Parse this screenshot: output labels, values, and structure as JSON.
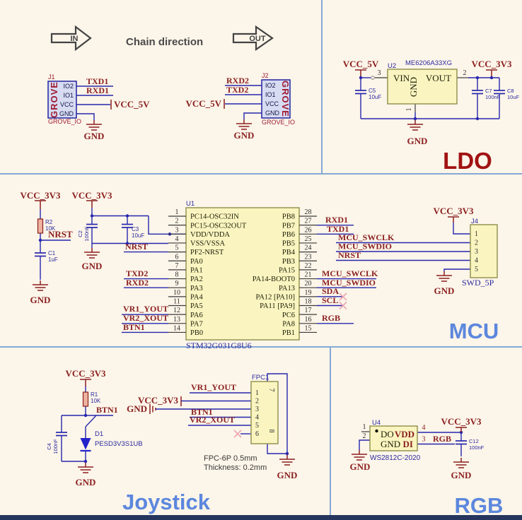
{
  "colors": {
    "background": "#fcf5e9",
    "wire": "#2626ae",
    "net_label": "#8b2121",
    "chip_fill": "#faf5c0",
    "chip_border": "#8e8e4a",
    "connector_fill": "#d7dcf2",
    "connector_border": "#2323a0",
    "title_red": "#a11212",
    "title_blue": "#5c87dd",
    "divider": "#85a9d6",
    "footer_bar": "#25355e"
  },
  "nets": {
    "gnd": "GND",
    "vcc5": "VCC_5V",
    "vcc3": "VCC_3V3",
    "txd1": "TXD1",
    "rxd1": "RXD1",
    "txd2": "TXD2",
    "rxd2": "RXD2",
    "nrst": "NRST",
    "swclk": "MCU_SWCLK",
    "swdio": "MCU_SWDIO",
    "sda": "SDA",
    "scl": "SCL",
    "rgb": "RGB",
    "btn1": "BTN1",
    "vr1": "VR1_YOUT",
    "vr2": "VR2_XOUT",
    "grove_io": "GROVE_IO"
  },
  "chain": {
    "title": "Chain direction",
    "in": "IN",
    "out": "OUT",
    "j1": {
      "ref": "J1",
      "name": "GROVE",
      "pins": [
        "IO2",
        "IO1",
        "VCC",
        "GND"
      ]
    },
    "j2": {
      "ref": "J2",
      "name": "GROVE",
      "pins": [
        "IO2",
        "IO1",
        "VCC",
        "GND"
      ]
    }
  },
  "ldo": {
    "title": "LDO",
    "u2": {
      "ref": "U2",
      "part": "ME6206A33XG",
      "vin": "VIN",
      "vout": "VOUT",
      "gnd": "GND",
      "n_vin": "3",
      "n_vout": "2",
      "n_gnd": "1"
    },
    "c5": {
      "ref": "C5",
      "val": "10uF"
    },
    "c7": {
      "ref": "C7",
      "val": "100nF"
    },
    "c8": {
      "ref": "C8",
      "val": "10uF"
    }
  },
  "mcu": {
    "title": "MCU",
    "r2": {
      "ref": "R2",
      "val": "10K"
    },
    "c1": {
      "ref": "C1",
      "val": "1uF"
    },
    "c2": {
      "ref": "C2",
      "val": "100nF"
    },
    "c3": {
      "ref": "C3",
      "val": "10uF"
    },
    "u1": {
      "ref": "U1",
      "part": "STM32G031G8U6",
      "left": [
        {
          "n": "1",
          "name": "PC14-OSC32IN"
        },
        {
          "n": "2",
          "name": "PC15-OSC32OUT"
        },
        {
          "n": "3",
          "name": "VDD/VDDA"
        },
        {
          "n": "4",
          "name": "VSS/VSSA"
        },
        {
          "n": "5",
          "name": "PF2-NRST"
        },
        {
          "n": "6",
          "name": "PA0"
        },
        {
          "n": "7",
          "name": "PA1"
        },
        {
          "n": "8",
          "name": "PA2"
        },
        {
          "n": "9",
          "name": "PA3"
        },
        {
          "n": "10",
          "name": "PA4"
        },
        {
          "n": "11",
          "name": "PA5"
        },
        {
          "n": "12",
          "name": "PA6"
        },
        {
          "n": "13",
          "name": "PA7"
        },
        {
          "n": "14",
          "name": "PB0"
        }
      ],
      "right": [
        {
          "n": "28",
          "name": "PB8"
        },
        {
          "n": "27",
          "name": "PB7"
        },
        {
          "n": "26",
          "name": "PB6"
        },
        {
          "n": "25",
          "name": "PB5"
        },
        {
          "n": "24",
          "name": "PB4"
        },
        {
          "n": "23",
          "name": "PB3"
        },
        {
          "n": "22",
          "name": "PA15"
        },
        {
          "n": "21",
          "name": "PA14-BOOT0"
        },
        {
          "n": "20",
          "name": "PA13"
        },
        {
          "n": "19",
          "name": "PA12 [PA10]"
        },
        {
          "n": "18",
          "name": "PA11 [PA9]"
        },
        {
          "n": "17",
          "name": "PC6"
        },
        {
          "n": "16",
          "name": "PA8"
        },
        {
          "n": "15",
          "name": "PB1"
        }
      ]
    },
    "j4": {
      "ref": "J4",
      "part": "SWD_5P",
      "nums": [
        "1",
        "2",
        "3",
        "4",
        "5"
      ]
    }
  },
  "joystick": {
    "title": "Joystick",
    "r1": {
      "ref": "R1",
      "val": "10K"
    },
    "c4": {
      "ref": "C4",
      "val": "100nF"
    },
    "d1": {
      "ref": "D1",
      "part": "PESD3V3S1UB"
    },
    "fpc": {
      "ref": "FPC1",
      "nums": [
        "1",
        "2",
        "3",
        "4",
        "5",
        "6"
      ],
      "n7": "7",
      "n8": "8",
      "note1": "FPC-6P 0.5mm",
      "note2": "Thickness: 0.2mm"
    }
  },
  "rgb": {
    "title": "RGB",
    "u4": {
      "ref": "U4",
      "part": "WS2812C-2020",
      "do": "DO",
      "vdd": "VDD",
      "gnd": "GND",
      "di": "DI",
      "n1": "1",
      "n2": "2",
      "n3": "3",
      "n4": "4"
    },
    "c12": {
      "ref": "C12",
      "val": "100nF"
    }
  }
}
